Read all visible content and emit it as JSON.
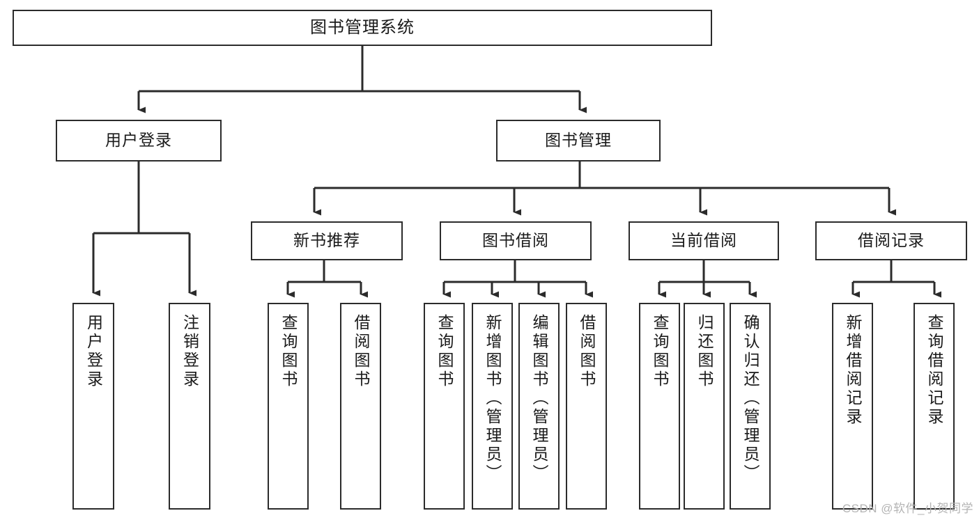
{
  "diagram": {
    "type": "tree-hierarchy",
    "title": "图书管理系统",
    "watermark": "CSDN @软件_小贺同学",
    "colors": {
      "stroke": "#2b2b2b",
      "fill": "#ffffff",
      "text": "#1a1a1a",
      "watermark": "#b4b4b4"
    },
    "nodes": {
      "root": {
        "label": "图书管理系统",
        "level": 0,
        "orientation": "horizontal"
      },
      "l1": [
        {
          "id": "user-login",
          "label": "用户登录",
          "level": 1,
          "orientation": "horizontal"
        },
        {
          "id": "book-manage",
          "label": "图书管理",
          "level": 1,
          "orientation": "horizontal"
        }
      ],
      "l2": [
        {
          "id": "new-book-recommend",
          "label": "新书推荐",
          "level": 2,
          "orientation": "horizontal"
        },
        {
          "id": "book-borrow",
          "label": "图书借阅",
          "level": 2,
          "orientation": "horizontal"
        },
        {
          "id": "current-borrow",
          "label": "当前借阅",
          "level": 2,
          "orientation": "horizontal"
        },
        {
          "id": "borrow-record",
          "label": "借阅记录",
          "level": 2,
          "orientation": "horizontal"
        }
      ],
      "leaves": [
        {
          "id": "leaf-user-login",
          "label": "用户登录",
          "parent": "user-login",
          "orientation": "vertical"
        },
        {
          "id": "leaf-user-logout",
          "label": "注销登录",
          "parent": "user-login",
          "orientation": "vertical"
        },
        {
          "id": "leaf-query-book-1",
          "label": "查询图书",
          "parent": "new-book-recommend",
          "orientation": "vertical"
        },
        {
          "id": "leaf-borrow-book-1",
          "label": "借阅图书",
          "parent": "new-book-recommend",
          "orientation": "vertical"
        },
        {
          "id": "leaf-query-book-2",
          "label": "查询图书",
          "parent": "book-borrow",
          "orientation": "vertical"
        },
        {
          "id": "leaf-add-book",
          "label": "新增图书（管理员）",
          "parent": "book-borrow",
          "orientation": "vertical"
        },
        {
          "id": "leaf-edit-book",
          "label": "编辑图书（管理员）",
          "parent": "book-borrow",
          "orientation": "vertical"
        },
        {
          "id": "leaf-borrow-book-2",
          "label": "借阅图书",
          "parent": "book-borrow",
          "orientation": "vertical"
        },
        {
          "id": "leaf-query-book-3",
          "label": "查询图书",
          "parent": "current-borrow",
          "orientation": "vertical"
        },
        {
          "id": "leaf-return-book",
          "label": "归还图书",
          "parent": "current-borrow",
          "orientation": "vertical"
        },
        {
          "id": "leaf-confirm-return",
          "label": "确认归还（管理员）",
          "parent": "current-borrow",
          "orientation": "vertical"
        },
        {
          "id": "leaf-add-record",
          "label": "新增借阅记录",
          "parent": "borrow-record",
          "orientation": "vertical"
        },
        {
          "id": "leaf-query-record",
          "label": "查询借阅记录",
          "parent": "borrow-record",
          "orientation": "vertical"
        }
      ]
    },
    "edges": [
      {
        "from": "图书管理系统",
        "to": "用户登录"
      },
      {
        "from": "图书管理系统",
        "to": "图书管理"
      },
      {
        "from": "用户登录",
        "to": "用户登录"
      },
      {
        "from": "用户登录",
        "to": "注销登录"
      },
      {
        "from": "图书管理",
        "to": "新书推荐"
      },
      {
        "from": "图书管理",
        "to": "图书借阅"
      },
      {
        "from": "图书管理",
        "to": "当前借阅"
      },
      {
        "from": "图书管理",
        "to": "借阅记录"
      },
      {
        "from": "新书推荐",
        "to": "查询图书"
      },
      {
        "from": "新书推荐",
        "to": "借阅图书"
      },
      {
        "from": "图书借阅",
        "to": "查询图书"
      },
      {
        "from": "图书借阅",
        "to": "新增图书（管理员）"
      },
      {
        "from": "图书借阅",
        "to": "编辑图书（管理员）"
      },
      {
        "from": "图书借阅",
        "to": "借阅图书"
      },
      {
        "from": "当前借阅",
        "to": "查询图书"
      },
      {
        "from": "当前借阅",
        "to": "归还图书"
      },
      {
        "from": "当前借阅",
        "to": "确认归还（管理员）"
      },
      {
        "from": "借阅记录",
        "to": "新增借阅记录"
      },
      {
        "from": "借阅记录",
        "to": "查询借阅记录"
      }
    ]
  }
}
